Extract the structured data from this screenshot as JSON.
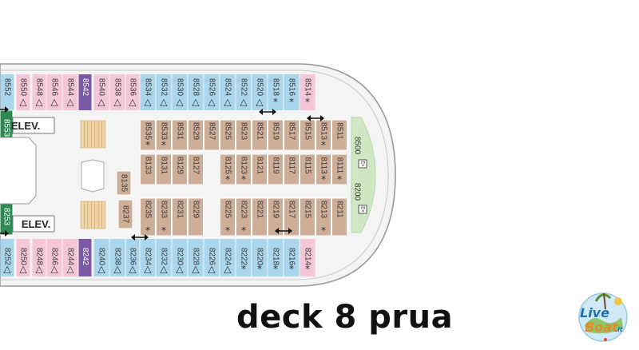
{
  "caption": "deck 8 prua",
  "elevators": [
    "ELEV.",
    "ELEV."
  ],
  "logo": {
    "text": "LiveBoat.it"
  },
  "colors": {
    "balcony": "#a9d6ec",
    "oceanview": "#f4c6d8",
    "inside": "#cfae98",
    "suite_purple": "#7a5aa6",
    "suite_green": "#2e8a52",
    "bridge_green": "#cfe7c3",
    "floor": "#f4f4f4",
    "hull": "#9a9a9a"
  },
  "rows": [
    {
      "id": "top-outer",
      "kind": "outer",
      "cabins": [
        {
          "n": "8552",
          "t": "balcony",
          "s": ""
        },
        {
          "n": "8550",
          "t": "oceanview",
          "s": "△"
        },
        {
          "n": "8548",
          "t": "oceanview",
          "s": "△"
        },
        {
          "n": "8546",
          "t": "oceanview",
          "s": "△"
        },
        {
          "n": "8544",
          "t": "oceanview",
          "s": "△"
        },
        {
          "n": "8542",
          "t": "suite_purple",
          "s": ""
        },
        {
          "n": "8540",
          "t": "oceanview",
          "s": "△"
        },
        {
          "n": "8538",
          "t": "oceanview",
          "s": "△"
        },
        {
          "n": "8536",
          "t": "oceanview",
          "s": "△"
        },
        {
          "n": "8534",
          "t": "balcony",
          "s": "△"
        },
        {
          "n": "8532",
          "t": "balcony",
          "s": "△"
        },
        {
          "n": "8530",
          "t": "balcony",
          "s": "△"
        },
        {
          "n": "8528",
          "t": "balcony",
          "s": "△"
        },
        {
          "n": "8526",
          "t": "balcony",
          "s": "△"
        },
        {
          "n": "8524",
          "t": "balcony",
          "s": "△"
        },
        {
          "n": "8522",
          "t": "balcony",
          "s": "△"
        },
        {
          "n": "8520",
          "t": "balcony",
          "s": "△"
        },
        {
          "n": "8518",
          "t": "balcony",
          "s": "*"
        },
        {
          "n": "8516",
          "t": "balcony",
          "s": "*"
        },
        {
          "n": "8514",
          "t": "oceanview",
          "s": "*"
        }
      ]
    },
    {
      "id": "top-inner-a",
      "kind": "inner",
      "cabins": [
        {
          "n": "8535",
          "t": "inside",
          "s": "*"
        },
        {
          "n": "8533",
          "t": "inside",
          "s": "*"
        },
        {
          "n": "8531",
          "t": "inside",
          "s": ""
        },
        {
          "n": "8529",
          "t": "inside",
          "s": ""
        },
        {
          "n": "8527",
          "t": "inside",
          "s": ""
        },
        {
          "n": "8525",
          "t": "inside",
          "s": ""
        },
        {
          "n": "8523",
          "t": "inside",
          "s": ""
        },
        {
          "n": "8521",
          "t": "inside",
          "s": ""
        },
        {
          "n": "8519",
          "t": "inside",
          "s": ""
        },
        {
          "n": "8517",
          "t": "inside",
          "s": ""
        },
        {
          "n": "8515",
          "t": "inside",
          "s": ""
        },
        {
          "n": "8513",
          "t": "inside",
          "s": "*"
        },
        {
          "n": "8511",
          "t": "inside",
          "s": ""
        }
      ]
    },
    {
      "id": "top-inner-b",
      "kind": "inner",
      "cabins": [
        {
          "n": "8133",
          "t": "inside",
          "s": ""
        },
        {
          "n": "8131",
          "t": "inside",
          "s": ""
        },
        {
          "n": "8129",
          "t": "inside",
          "s": ""
        },
        {
          "n": "8127",
          "t": "inside",
          "s": ""
        },
        {
          "n": "8125",
          "t": "inside",
          "s": "*"
        },
        {
          "n": "8123",
          "t": "inside",
          "s": "*"
        },
        {
          "n": "8121",
          "t": "inside",
          "s": ""
        },
        {
          "n": "8119",
          "t": "inside",
          "s": ""
        },
        {
          "n": "8117",
          "t": "inside",
          "s": ""
        },
        {
          "n": "8115",
          "t": "inside",
          "s": ""
        },
        {
          "n": "8113",
          "t": "inside",
          "s": "*"
        },
        {
          "n": "8111",
          "t": "inside",
          "s": "*"
        }
      ]
    },
    {
      "id": "bottom-inner",
      "kind": "inner",
      "cabins": [
        {
          "n": "8235",
          "t": "inside",
          "s": "*"
        },
        {
          "n": "8233",
          "t": "inside",
          "s": "*"
        },
        {
          "n": "8231",
          "t": "inside",
          "s": ""
        },
        {
          "n": "8229",
          "t": "inside",
          "s": ""
        },
        {
          "n": "8225",
          "t": "inside",
          "s": "*"
        },
        {
          "n": "8223",
          "t": "inside",
          "s": "*"
        },
        {
          "n": "8221",
          "t": "inside",
          "s": ""
        },
        {
          "n": "8219",
          "t": "inside",
          "s": ""
        },
        {
          "n": "8217",
          "t": "inside",
          "s": ""
        },
        {
          "n": "8215",
          "t": "inside",
          "s": ""
        },
        {
          "n": "8213",
          "t": "inside",
          "s": "*"
        },
        {
          "n": "8211",
          "t": "inside",
          "s": ""
        }
      ]
    },
    {
      "id": "bottom-outer",
      "kind": "outer",
      "cabins": [
        {
          "n": "8252",
          "t": "balcony",
          "s": "△"
        },
        {
          "n": "8250",
          "t": "oceanview",
          "s": "△"
        },
        {
          "n": "8248",
          "t": "oceanview",
          "s": "△"
        },
        {
          "n": "8246",
          "t": "oceanview",
          "s": "△"
        },
        {
          "n": "8244",
          "t": "oceanview",
          "s": "△"
        },
        {
          "n": "8242",
          "t": "suite_purple",
          "s": ""
        },
        {
          "n": "8240",
          "t": "balcony",
          "s": "△"
        },
        {
          "n": "8238",
          "t": "balcony",
          "s": "△"
        },
        {
          "n": "8236",
          "t": "balcony",
          "s": "△"
        },
        {
          "n": "8234",
          "t": "balcony",
          "s": "△"
        },
        {
          "n": "8232",
          "t": "balcony",
          "s": "△"
        },
        {
          "n": "8230",
          "t": "balcony",
          "s": "△"
        },
        {
          "n": "8228",
          "t": "balcony",
          "s": "△"
        },
        {
          "n": "8226",
          "t": "balcony",
          "s": "△"
        },
        {
          "n": "8224",
          "t": "balcony",
          "s": "△"
        },
        {
          "n": "8222",
          "t": "balcony",
          "s": "*"
        },
        {
          "n": "8220",
          "t": "balcony",
          "s": "*"
        },
        {
          "n": "8218",
          "t": "balcony",
          "s": "*"
        },
        {
          "n": "8216",
          "t": "balcony",
          "s": "*"
        },
        {
          "n": "8214",
          "t": "oceanview",
          "s": "*"
        }
      ]
    }
  ],
  "isolated": [
    {
      "n": "8135",
      "t": "inside"
    },
    {
      "n": "8237",
      "t": "inside"
    },
    {
      "n": "8553",
      "t": "suite_green"
    },
    {
      "n": "8253",
      "t": "suite_green"
    }
  ],
  "bridge": [
    {
      "n": "8500",
      "icon": "E+"
    },
    {
      "n": "8200",
      "icon": "E+"
    }
  ]
}
